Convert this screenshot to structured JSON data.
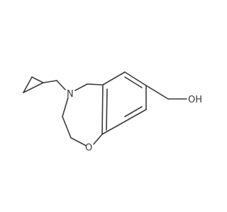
{
  "molecule": {
    "atom_labels": {
      "nitrogen": "N",
      "ring_oxygen": "O",
      "hydroxyl": "OH"
    },
    "colors": {
      "bond": "#3a3a3a",
      "label": "#3a3a3a",
      "background": "#ffffff"
    }
  }
}
